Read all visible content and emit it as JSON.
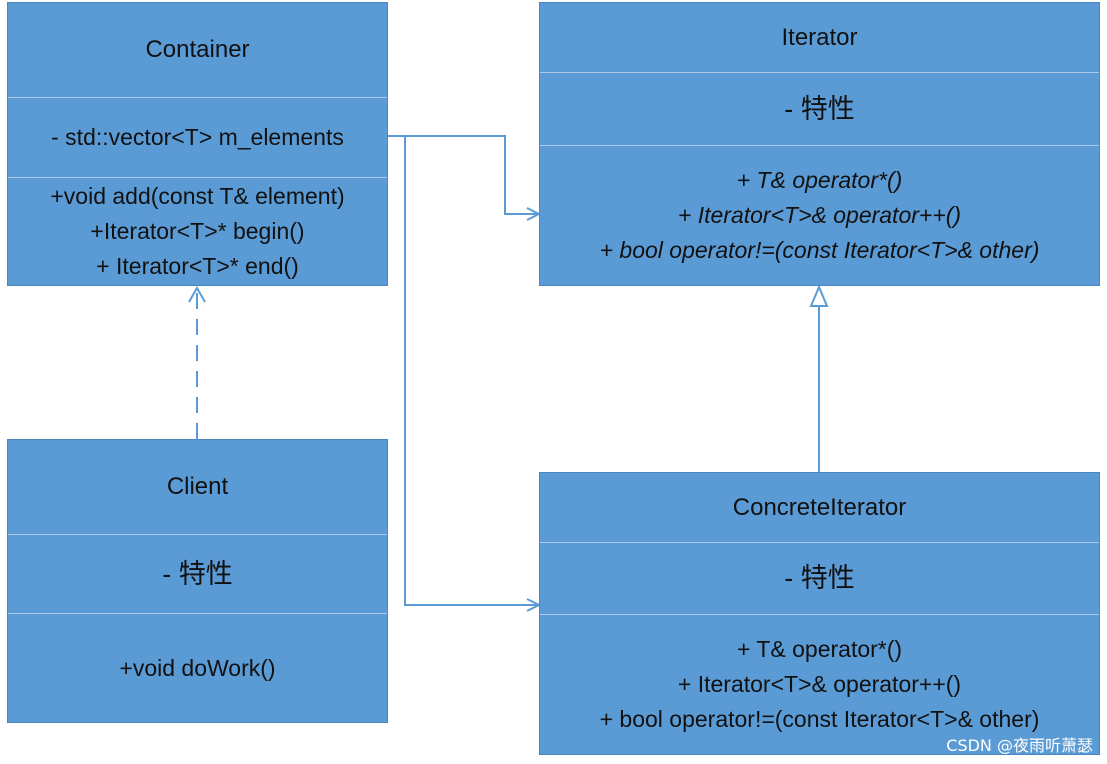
{
  "container": {
    "name": "Container",
    "attributes": [
      "- std::vector<T> m_elements"
    ],
    "operations": [
      "+void add(const T& element)",
      "+Iterator<T>* begin()",
      "+ Iterator<T>* end()"
    ]
  },
  "client": {
    "name": "Client",
    "attributes": [
      "- 特性"
    ],
    "operations": [
      "+void doWork()"
    ]
  },
  "iterator": {
    "name": "Iterator",
    "attributes": [
      "- 特性"
    ],
    "operations": [
      "+ T& operator*()",
      "+ Iterator<T>& operator++()",
      "+ bool operator!=(const Iterator<T>& other)"
    ]
  },
  "concrete_iterator": {
    "name": "ConcreteIterator",
    "attributes": [
      "- 特性"
    ],
    "operations": [
      "+ T& operator*()",
      "+ Iterator<T>& operator++()",
      "+ bool operator!=(const Iterator<T>& other)"
    ]
  },
  "watermark": "CSDN @夜雨听萧瑟",
  "colors": {
    "box_fill": "#5b9bd5",
    "connector": "#5b9bd5"
  }
}
